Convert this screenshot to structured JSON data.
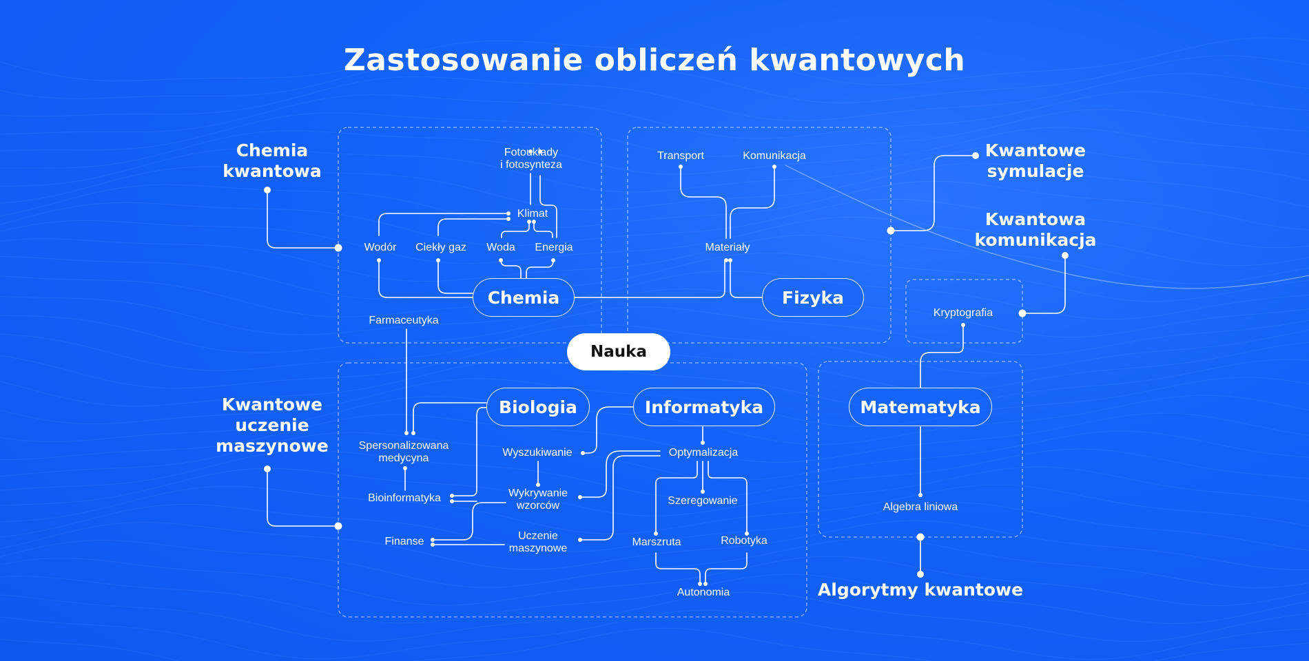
{
  "title": "Zastosowanie obliczeń kwantowych",
  "hub": "Nauka",
  "categories": {
    "chemia": "Chemia",
    "fizyka": "Fizyka",
    "biologia": "Biologia",
    "informatyka": "Informatyka",
    "matematyka": "Matematyka"
  },
  "outer_labels": {
    "chemia_kwantowa": "Chemia\nkwantowa",
    "kwantowe_symulacje": "Kwantowe\nsymulacje",
    "kwantowa_komunikacja": "Kwantowa\nkomunikacja",
    "kwantowe_uczenie": "Kwantowe\nuczenie\nmaszynowe",
    "algorytmy_kwantowe": "Algorytmy kwantowe"
  },
  "topics": {
    "fotouklady": "Fotoukłady\ni fotosynteza",
    "klimat": "Klimat",
    "wodor": "Wodór",
    "ciekly_gaz": "Ciekły gaz",
    "woda": "Woda",
    "energia": "Energia",
    "farmaceutyka": "Farmaceutyka",
    "transport": "Transport",
    "komunikacja": "Komunikacja",
    "materialy": "Materiały",
    "kryptografia": "Kryptografia",
    "spersonalizowana": "Spersonalizowana\nmedycyna",
    "bioinformatyka": "Bioinformatyka",
    "finanse": "Finanse",
    "wyszukiwanie": "Wyszukiwanie",
    "wykrywanie": "Wykrywanie\nwzorców",
    "uczenie": "Uczenie\nmaszynowe",
    "optymalizacja": "Optymalizacja",
    "szeregowanie": "Szeregowanie",
    "marszruta": "Marszruta",
    "robotyka": "Robotyka",
    "autonomia": "Autonomia",
    "algebra": "Algebra liniowa"
  },
  "colors": {
    "background": "#1462f7",
    "line": "#ffffff",
    "hub_fill": "#ffffff",
    "hub_text": "#111111"
  }
}
